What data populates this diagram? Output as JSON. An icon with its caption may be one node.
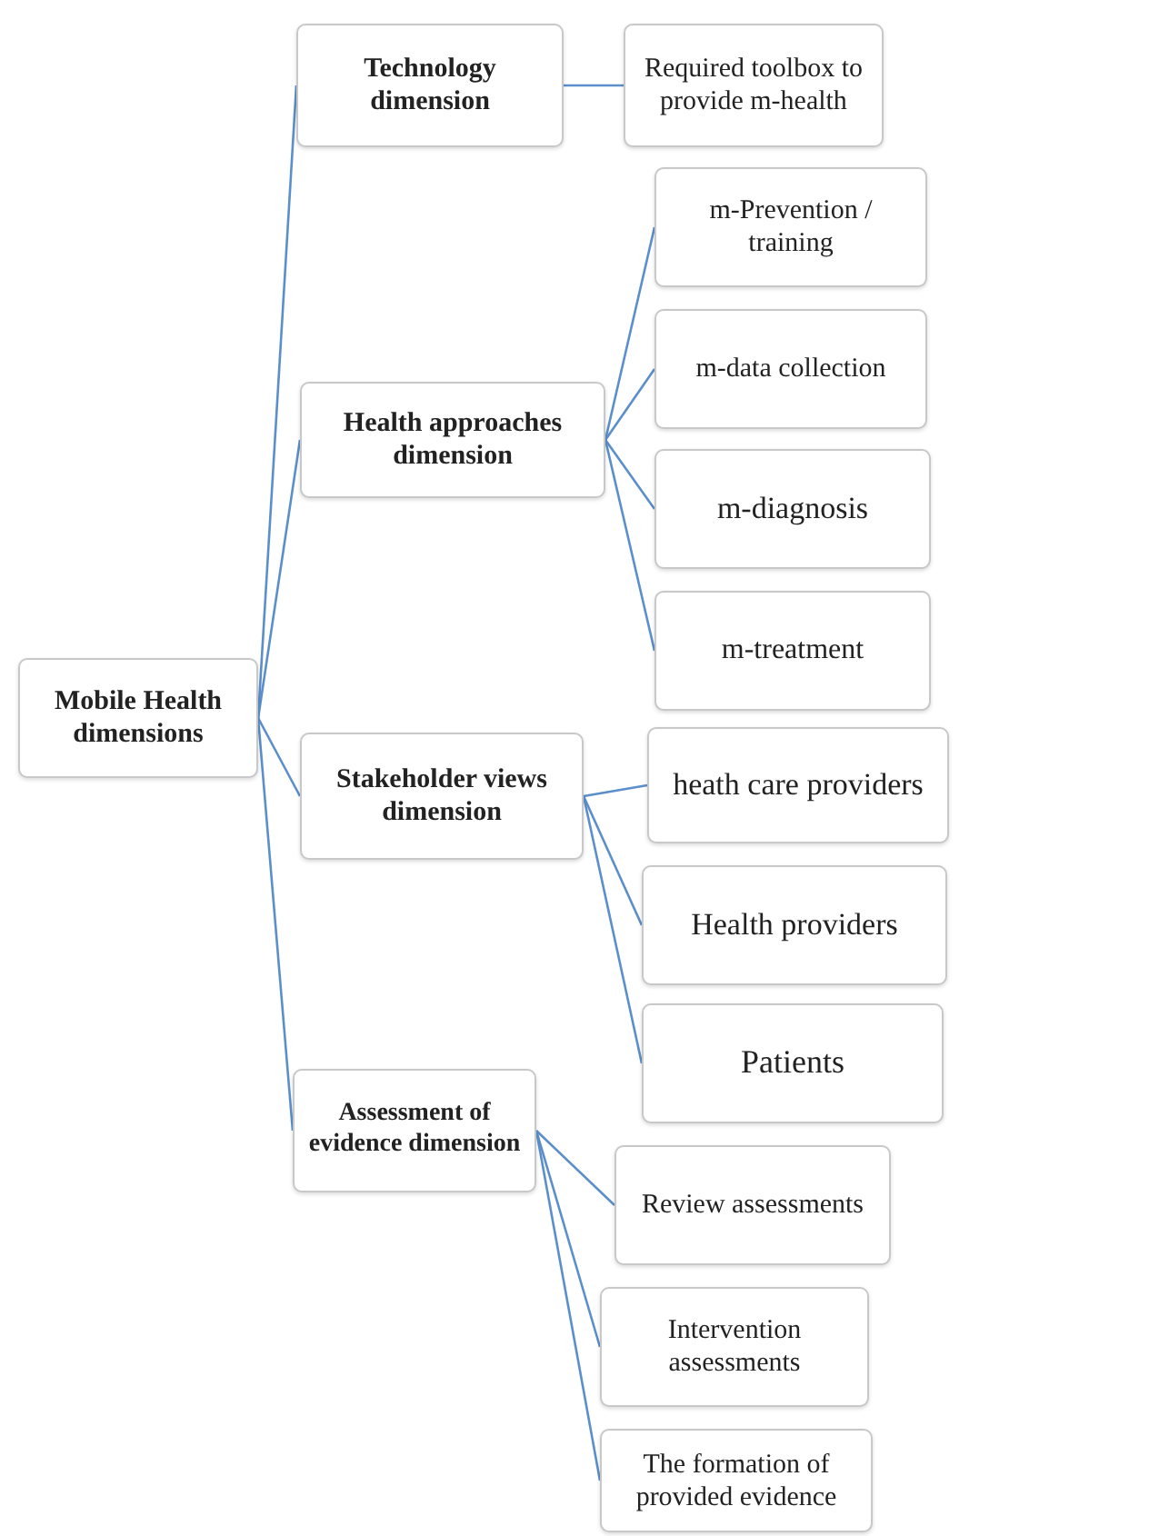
{
  "diagram": {
    "nodes": [
      {
        "text": [
          "Mobile Health dimensions"
        ]
      },
      {
        "text": [
          "Technology dimension"
        ]
      },
      {
        "text": [
          "Required toolbox to provide m-health"
        ]
      },
      {
        "text": [
          "Health approaches dimension"
        ]
      },
      {
        "text": [
          "m-Prevention / training"
        ]
      },
      {
        "text": [
          "m-data collection"
        ]
      },
      {
        "text": [
          "m-diagnosis"
        ]
      },
      {
        "text": [
          "m-treatment"
        ]
      },
      {
        "text": [
          "Stakeholder views dimension"
        ]
      },
      {
        "text": [
          "heath care providers"
        ]
      },
      {
        "text": [
          "Health providers"
        ]
      },
      {
        "text": [
          "Patients"
        ]
      },
      {
        "text": [
          "Assessment of evidence dimension"
        ]
      },
      {
        "text": [
          "Review assessments"
        ]
      },
      {
        "text": [
          "Intervention assessments"
        ]
      },
      {
        "text": [
          "The formation of provided evidence"
        ]
      }
    ],
    "edges": [
      {
        "from": 0,
        "to": 1,
        "arrow": "none"
      },
      {
        "from": 0,
        "to": 3,
        "arrow": "none"
      },
      {
        "from": 0,
        "to": 8,
        "arrow": "none"
      },
      {
        "from": 0,
        "to": 12,
        "arrow": "none"
      },
      {
        "from": 1,
        "to": 2,
        "arrow": "none"
      },
      {
        "from": 3,
        "to": 4,
        "arrow": "none"
      },
      {
        "from": 3,
        "to": 5,
        "arrow": "none"
      },
      {
        "from": 3,
        "to": 6,
        "arrow": "none"
      },
      {
        "from": 3,
        "to": 7,
        "arrow": "none"
      },
      {
        "from": 8,
        "to": 9,
        "arrow": "none"
      },
      {
        "from": 8,
        "to": 10,
        "arrow": "none"
      },
      {
        "from": 8,
        "to": 11,
        "arrow": "none"
      },
      {
        "from": 12,
        "to": 13,
        "arrow": "none"
      },
      {
        "from": 12,
        "to": 14,
        "arrow": "none"
      },
      {
        "from": 12,
        "to": 15,
        "arrow": "none"
      }
    ]
  }
}
